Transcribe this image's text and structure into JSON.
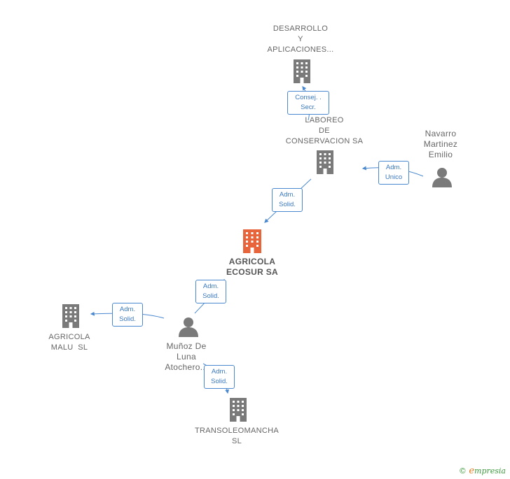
{
  "colors": {
    "node_gray": "#7a7a7a",
    "node_center": "#e8643a",
    "edge": "#4a88d0",
    "brand_green": "#3d9a3d",
    "brand_orange": "#e07b22"
  },
  "nodes": {
    "desarrollo": {
      "lines": [
        "DESARROLLO",
        "Y",
        "APLICACIONES..."
      ],
      "icon": "building-icon"
    },
    "laboreo": {
      "lines": [
        "LABOREO",
        "DE",
        "CONSERVACION SA"
      ],
      "icon": "building-icon"
    },
    "navarro": {
      "lines": [
        "Navarro",
        "Martinez",
        "Emilio"
      ],
      "icon": "person-icon"
    },
    "agricola_ecosur": {
      "lines": [
        "AGRICOLA",
        "ECOSUR SA"
      ],
      "icon": "building-icon"
    },
    "agricola_malu": {
      "lines": [
        "AGRICOLA",
        "MALU  SL"
      ],
      "icon": "building-icon"
    },
    "munoz": {
      "lines": [
        "Muñoz De",
        "Luna",
        "Atochero..."
      ],
      "icon": "person-icon"
    },
    "transoleo": {
      "lines": [
        "TRANSOLEOMANCHA",
        "SL"
      ],
      "icon": "building-icon"
    }
  },
  "relations": {
    "r1": [
      "Consej. .",
      "Secr."
    ],
    "r2": [
      "Adm.",
      "Unico"
    ],
    "r3": [
      "Adm.",
      "Solid."
    ],
    "r4": [
      "Adm.",
      "Solid."
    ],
    "r5": [
      "Adm.",
      "Solid."
    ],
    "r6": [
      "Adm.",
      "Solid."
    ]
  },
  "brand": {
    "copyright": "©",
    "first_letter": "e",
    "rest": "mpresia"
  }
}
